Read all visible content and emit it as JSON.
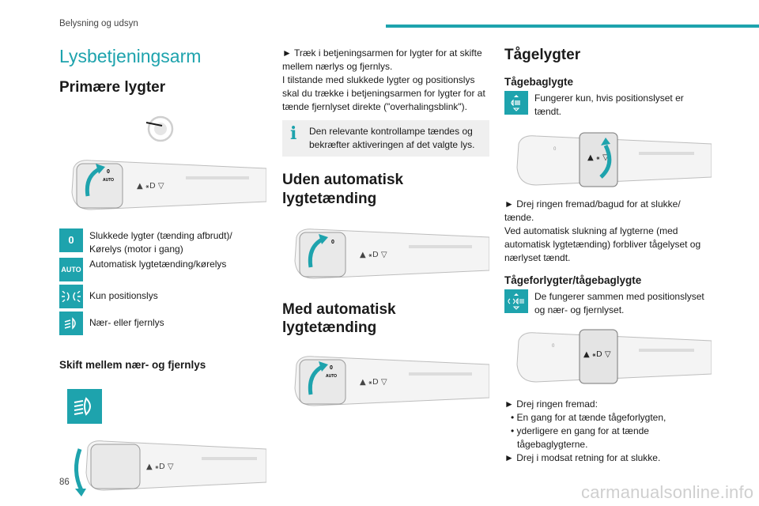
{
  "header": {
    "section": "Belysning og udsyn",
    "page_number": "86"
  },
  "watermark": "carmanualsonline.info",
  "col1": {
    "main_title": "Lysbetjeningsarm",
    "primary_title": "Primære lygter",
    "states": [
      {
        "icon": "0",
        "text": "Slukkede lygter (tænding afbrudt)/ Kørelys (motor i gang)"
      },
      {
        "icon": "AUTO",
        "text": "Automatisk lygtetænding/kørelys"
      },
      {
        "icon": "position-lights-icon",
        "text": "Kun positionslys"
      },
      {
        "icon": "low-beam-icon",
        "text": "Nær- eller fjernlys"
      }
    ],
    "switch_title": "Skift mellem nær- og fjernlys"
  },
  "col2": {
    "bullet_text": "► Træk i betjeningsarmen for lygter for at skifte mellem nærlys og fjernlys.",
    "para": "I tilstande med slukkede lygter og positionslys skal du trække i betjeningsarmen for lygter for at tænde fjernlyset direkte (\"overhalingsblink\").",
    "info": "Den relevante kontrollampe tændes og bekræfter aktiveringen af det valgte lys.",
    "without_auto_title": "Uden automatisk lygtetænding",
    "with_auto_title": "Med automatisk lygtetænding"
  },
  "col3": {
    "fog_title": "Tågelygter",
    "rear_fog_title": "Tågebaglygte",
    "rear_fog_text": "Fungerer kun, hvis positionslyset er tændt.",
    "rear_fog_bullet": "► Drej ringen fremad/bagud for at slukke/ tænde.",
    "rear_fog_para": "Ved automatisk slukning af lygterne (med automatisk lygtetænding) forbliver tågelyset og nærlyset tændt.",
    "front_fog_title": "Tågeforlygter/tågebaglygte",
    "front_fog_text": "De fungerer sammen med positionslyset og nær- og fjernlyset.",
    "front_fog_bullet": "► Drej ringen fremad:",
    "front_fog_sub1": "• En gang for at tænde tågeforlygten,",
    "front_fog_sub2": "• yderligere en gang for at tænde tågebaglygterne.",
    "front_fog_bullet2": "► Drej i modsat retning for at slukke."
  },
  "stalk_labels": {
    "off": "0",
    "auto": "AUTO"
  },
  "colors": {
    "accent": "#1ea3ad",
    "info_bg": "#efefef"
  }
}
